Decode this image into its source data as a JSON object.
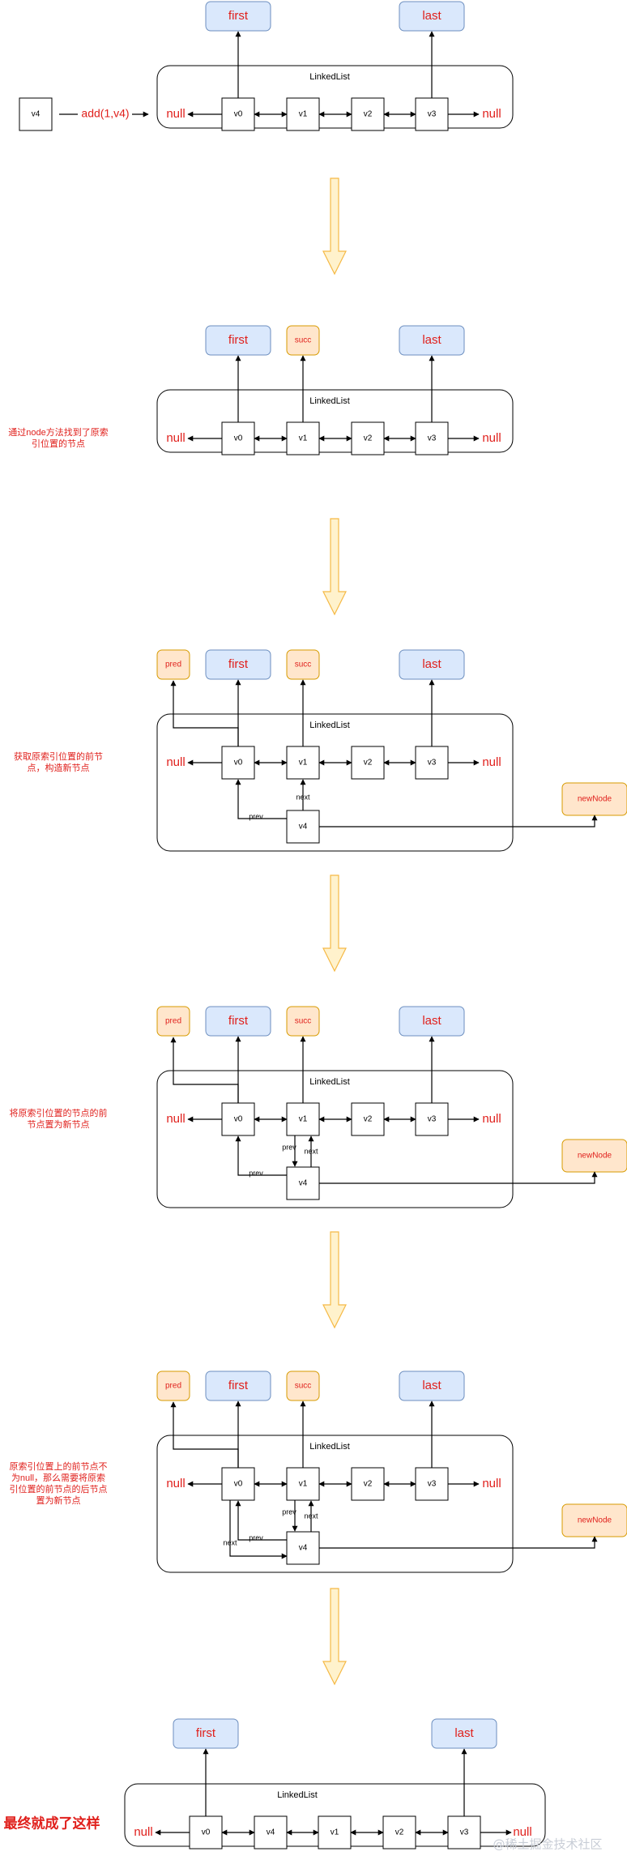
{
  "panels": [
    {
      "container": "LinkedList",
      "pointers": [
        {
          "key": "first",
          "text": "first",
          "style": "blue"
        },
        {
          "key": "last",
          "text": "last",
          "style": "blue"
        }
      ],
      "nodes": [
        "v0",
        "v1",
        "v2",
        "v3"
      ],
      "null_left": "null",
      "null_right": "null",
      "input_node": "v4",
      "input_call": "add(1,v4)",
      "note": ""
    },
    {
      "container": "LinkedList",
      "pointers": [
        {
          "key": "first",
          "text": "first",
          "style": "blue"
        },
        {
          "key": "succ",
          "text": "succ",
          "style": "orange"
        },
        {
          "key": "last",
          "text": "last",
          "style": "blue"
        }
      ],
      "nodes": [
        "v0",
        "v1",
        "v2",
        "v3"
      ],
      "null_left": "null",
      "null_right": "null",
      "note": "通过node方法找到了原索\n引位置的节点"
    },
    {
      "container": "LinkedList",
      "pointers": [
        {
          "key": "pred",
          "text": "pred",
          "style": "orange"
        },
        {
          "key": "first",
          "text": "first",
          "style": "blue"
        },
        {
          "key": "succ",
          "text": "succ",
          "style": "orange"
        },
        {
          "key": "last",
          "text": "last",
          "style": "blue"
        }
      ],
      "nodes": [
        "v0",
        "v1",
        "v2",
        "v3"
      ],
      "null_left": "null",
      "null_right": "null",
      "new_node": "v4",
      "new_node_label": "newNode",
      "links": {
        "prev": "prev",
        "next": "next"
      },
      "note": "获取原索引位置的前节\n点，构造新节点"
    },
    {
      "container": "LinkedList",
      "pointers": [
        {
          "key": "pred",
          "text": "pred",
          "style": "orange"
        },
        {
          "key": "first",
          "text": "first",
          "style": "blue"
        },
        {
          "key": "succ",
          "text": "succ",
          "style": "orange"
        },
        {
          "key": "last",
          "text": "last",
          "style": "blue"
        }
      ],
      "nodes": [
        "v0",
        "v1",
        "v2",
        "v3"
      ],
      "null_left": "null",
      "null_right": "null",
      "new_node": "v4",
      "new_node_label": "newNode",
      "links": {
        "prev": "prev",
        "next": "next",
        "prev2": "prev"
      },
      "note": "将原索引位置的节点的前\n节点置为新节点"
    },
    {
      "container": "LinkedList",
      "pointers": [
        {
          "key": "pred",
          "text": "pred",
          "style": "orange"
        },
        {
          "key": "first",
          "text": "first",
          "style": "blue"
        },
        {
          "key": "succ",
          "text": "succ",
          "style": "orange"
        },
        {
          "key": "last",
          "text": "last",
          "style": "blue"
        }
      ],
      "nodes": [
        "v0",
        "v1",
        "v2",
        "v3"
      ],
      "null_left": "null",
      "null_right": "null",
      "new_node": "v4",
      "new_node_label": "newNode",
      "links": {
        "prev": "prev",
        "next": "next",
        "prev2": "prev",
        "next2": "next"
      },
      "note": "原索引位置上的前节点不\n为null，那么需要将原索\n引位置的前节点的后节点\n置为新节点"
    },
    {
      "container": "LinkedList",
      "pointers": [
        {
          "key": "first",
          "text": "first",
          "style": "blue"
        },
        {
          "key": "last",
          "text": "last",
          "style": "blue"
        }
      ],
      "nodes": [
        "v0",
        "v4",
        "v1",
        "v2",
        "v3"
      ],
      "null_left": "null",
      "null_right": "null",
      "note": "最终就成了这样"
    }
  ],
  "watermark": "@稀土掘金技术社区",
  "colors": {
    "blue_fill": "#dae8fc",
    "blue_stroke": "#6c8ebf",
    "orange_fill": "#ffe6cc",
    "orange_stroke": "#d79b00",
    "red_text": "#e0201c",
    "arrow_fill": "#fff2cc",
    "arrow_stroke": "#f5b945"
  }
}
